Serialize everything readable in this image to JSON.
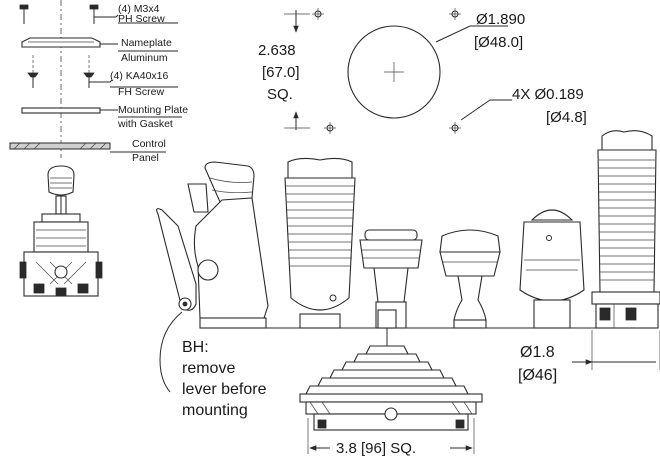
{
  "callouts": {
    "ph_screw": {
      "line1": "(4) M3x4",
      "line2": "PH Screw"
    },
    "nameplate": {
      "line1": "Nameplate",
      "line2": "Aluminum"
    },
    "fh_screw": {
      "line1": "(4) KA40x16",
      "line2": "FH Screw"
    },
    "mounting_plate": {
      "line1": "Mounting Plate",
      "line2": "with Gasket"
    },
    "control_panel": {
      "line1": "Control",
      "line2": "Panel"
    }
  },
  "panel_cutout": {
    "spacing_in": "2.638",
    "spacing_mm": "[67.0]",
    "spacing_unit": "SQ.",
    "hole_dia_in": "Ø1.890",
    "hole_dia_mm": "[Ø48.0]",
    "mount_holes": "4X Ø0.189",
    "mount_holes_mm": "[Ø4.8]"
  },
  "handle_lineup": {
    "bh_note": [
      "BH:",
      "remove",
      "lever before",
      "mounting"
    ],
    "boot_dia_in": "Ø1.8",
    "boot_dia_mm": "[Ø46]",
    "base_size": "3.8 [96] SQ."
  }
}
